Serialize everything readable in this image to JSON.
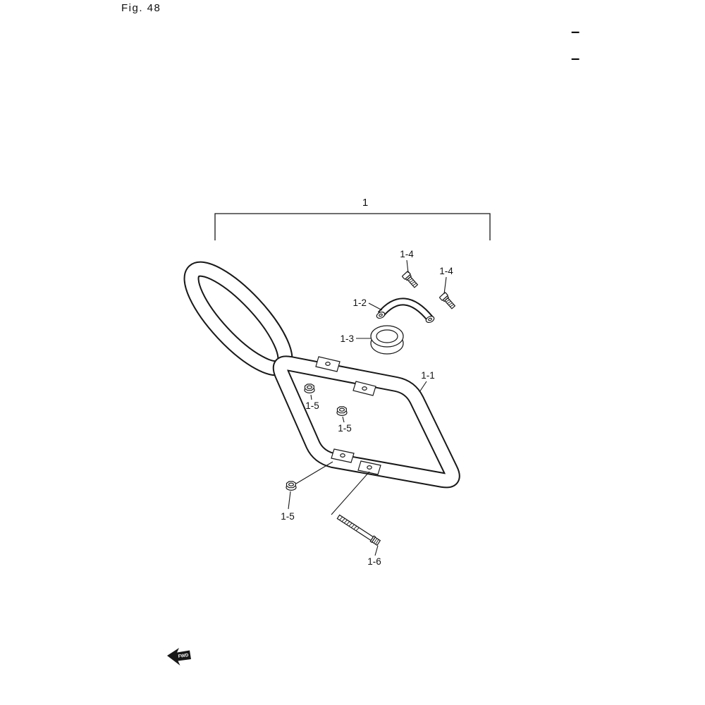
{
  "figure": {
    "title": "Fig. 48"
  },
  "margin_marks": {
    "dash_top": "–",
    "dash_bottom": "–"
  },
  "diagram": {
    "assembly_label": "1",
    "part_labels": {
      "frame": "1-1",
      "clamp": "1-2",
      "spacer": "1-3",
      "bolt_upper": "1-4",
      "bolt_lower": "1-4",
      "nut_top": "1-5",
      "nut_middle": "1-5",
      "nut_bottom": "1-5",
      "mounting_bolt": "1-6"
    },
    "direction_label": "FWD"
  }
}
